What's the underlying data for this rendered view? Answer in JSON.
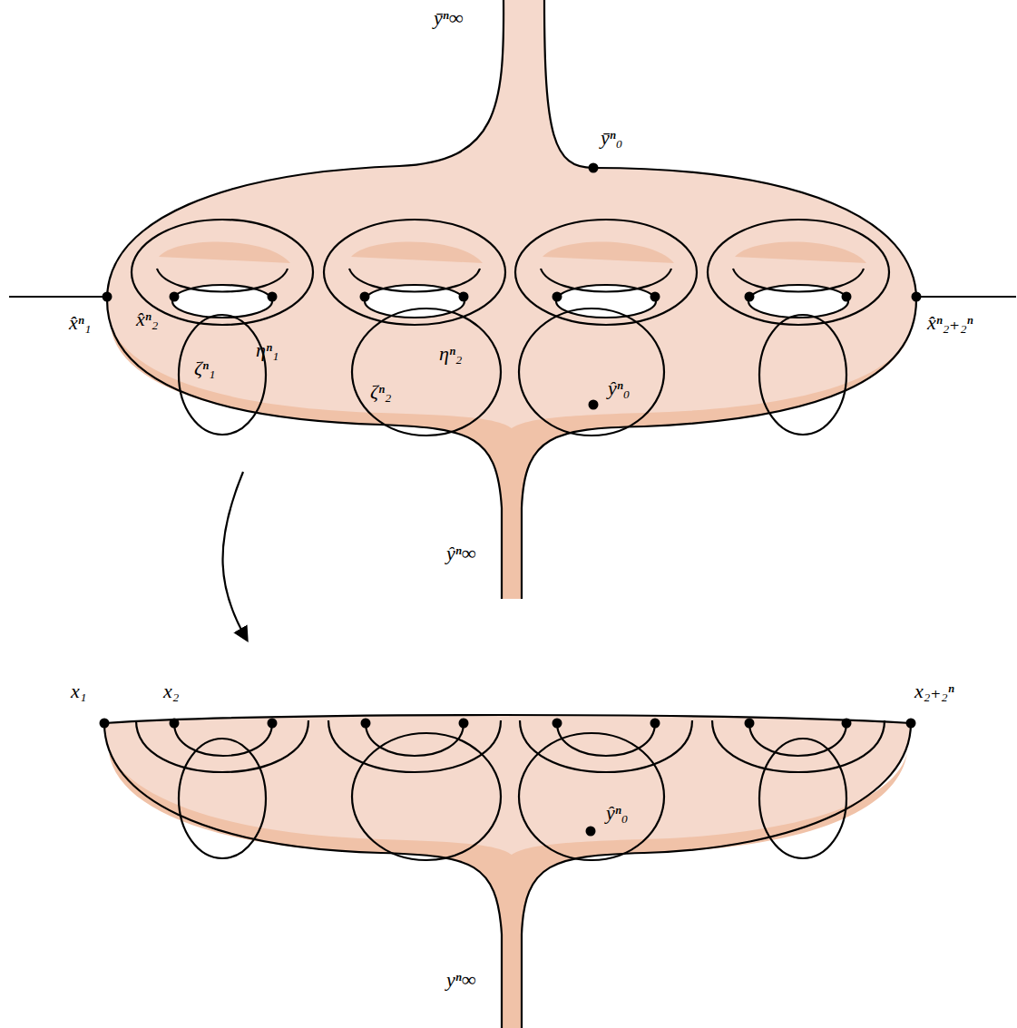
{
  "diagram": {
    "labels": [
      "ȳⁿ∞",
      "ȳⁿ₀",
      "x̂ⁿ₁",
      "x̂ⁿ₂",
      "ηⁿ₁",
      "ζⁿ₁",
      "ηⁿ₂",
      "ζⁿ₂",
      "ŷⁿ₀",
      "x̂ⁿ₂₊₂ⁿ",
      "ŷⁿ∞",
      "x₁",
      "x₂",
      "x₂₊₂ⁿ",
      "ŷⁿ₀",
      "yⁿ∞"
    ]
  }
}
